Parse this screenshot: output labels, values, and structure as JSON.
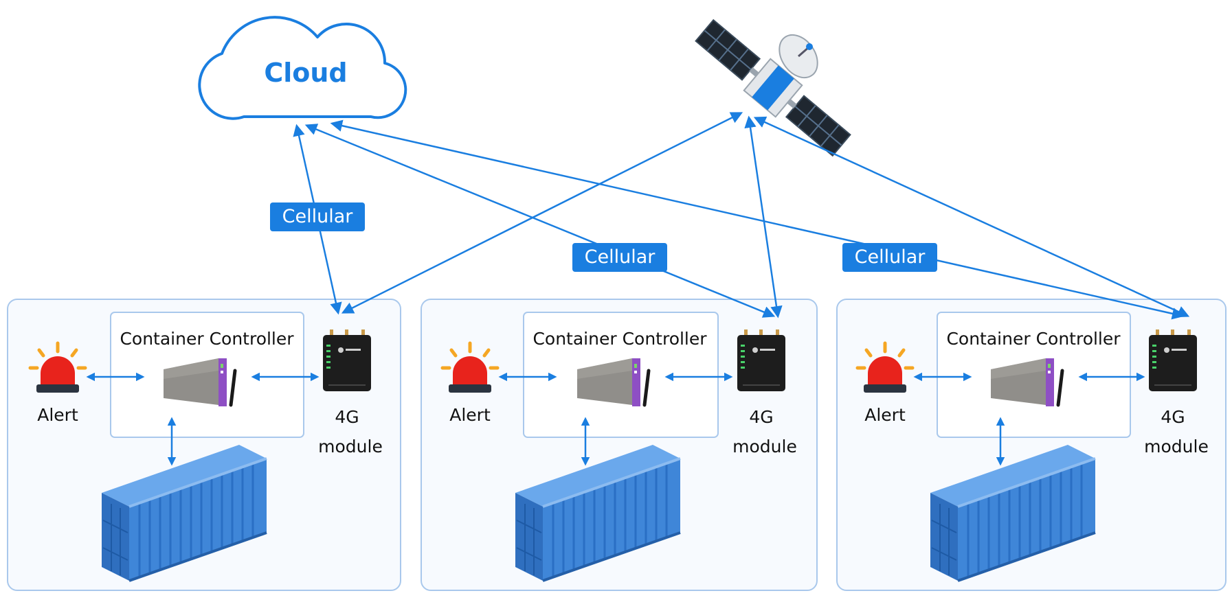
{
  "cloud": {
    "label": "Cloud"
  },
  "links": [
    {
      "label": "Cellular"
    },
    {
      "label": "Cellular"
    },
    {
      "label": "Cellular"
    }
  ],
  "sites": [
    {
      "controller_title": "Container Controller",
      "alert_label": "Alert",
      "module_line1": "4G",
      "module_line2": "module"
    },
    {
      "controller_title": "Container Controller",
      "alert_label": "Alert",
      "module_line1": "4G",
      "module_line2": "module"
    },
    {
      "controller_title": "Container Controller",
      "alert_label": "Alert",
      "module_line1": "4G",
      "module_line2": "module"
    }
  ],
  "colors": {
    "accent": "#1a7ee0",
    "panel_border": "#a9c8ec",
    "panel_fill": "#f7fafe",
    "alert_red": "#e8231c",
    "alert_rays": "#f5a623",
    "container_blue": "#4a90e2",
    "controller_gray": "#8f8d89",
    "controller_purple": "#8e4fc4",
    "module_black": "#1d1d1d"
  }
}
